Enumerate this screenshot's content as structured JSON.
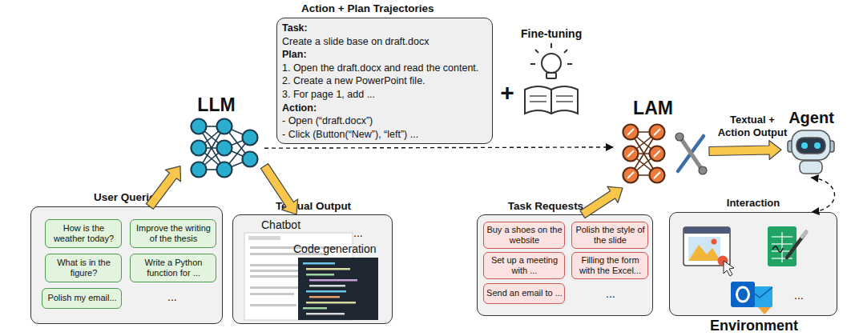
{
  "diagram": {
    "nodes": [
      {
        "text": [
          "LLM"
        ]
      },
      {
        "text": [
          "Action + Plan Trajectories",
          "Task:",
          "Create a slide base on draft.docx",
          "Plan:",
          "1. Open the draft.docx and read the content.",
          "2. Create a new PowerPoint file.",
          "3. For page 1, add ...",
          "Action:",
          "- Open (“draft.docx”)",
          "- Click (Button(“New”), “left”) ..."
        ]
      },
      {
        "text": [
          "LAM"
        ]
      },
      {
        "text": [
          "Agent"
        ]
      },
      {
        "text": [
          "User Queries",
          "..."
        ]
      },
      {
        "text": [
          "How is the weather today?"
        ],
        "in": 4
      },
      {
        "text": [
          "Improve the writing of the thesis"
        ],
        "in": 4
      },
      {
        "text": [
          "What is in the figure?"
        ],
        "in": 4
      },
      {
        "text": [
          "Write a Python function for ..."
        ],
        "in": 4
      },
      {
        "text": [
          "Polish my email..."
        ],
        "in": 4
      },
      {
        "text": [
          "Textual Output",
          "Chatbot",
          "Code generation",
          "..."
        ]
      },
      {
        "text": [
          "Task Requests",
          "..."
        ]
      },
      {
        "text": [
          "Buy a shoes on the website"
        ],
        "in": 11
      },
      {
        "text": [
          "Polish the style of the slide"
        ],
        "in": 11
      },
      {
        "text": [
          "Set up a meeting with ..."
        ],
        "in": 11
      },
      {
        "text": [
          "Filling the form with the Excel..."
        ],
        "in": 11
      },
      {
        "text": [
          "Send an email to ..."
        ],
        "in": 11
      },
      {
        "text": [
          "Environment",
          "..."
        ]
      }
    ],
    "edges": [
      {
        "from": 4,
        "to": 0,
        "arrow": "to"
      },
      {
        "from": 0,
        "to": 10,
        "arrow": "to"
      },
      {
        "from": 0,
        "to": 2,
        "arrow": "to"
      },
      {
        "from": 11,
        "to": 2,
        "arrow": "to"
      },
      {
        "from": 2,
        "to": 3,
        "label": "Textual + Action Output",
        "arrow": "to"
      },
      {
        "from": 3,
        "to": 17,
        "label": "Interaction",
        "arrow": "both"
      }
    ],
    "labels": [
      "+",
      "Fine-tuning"
    ]
  }
}
